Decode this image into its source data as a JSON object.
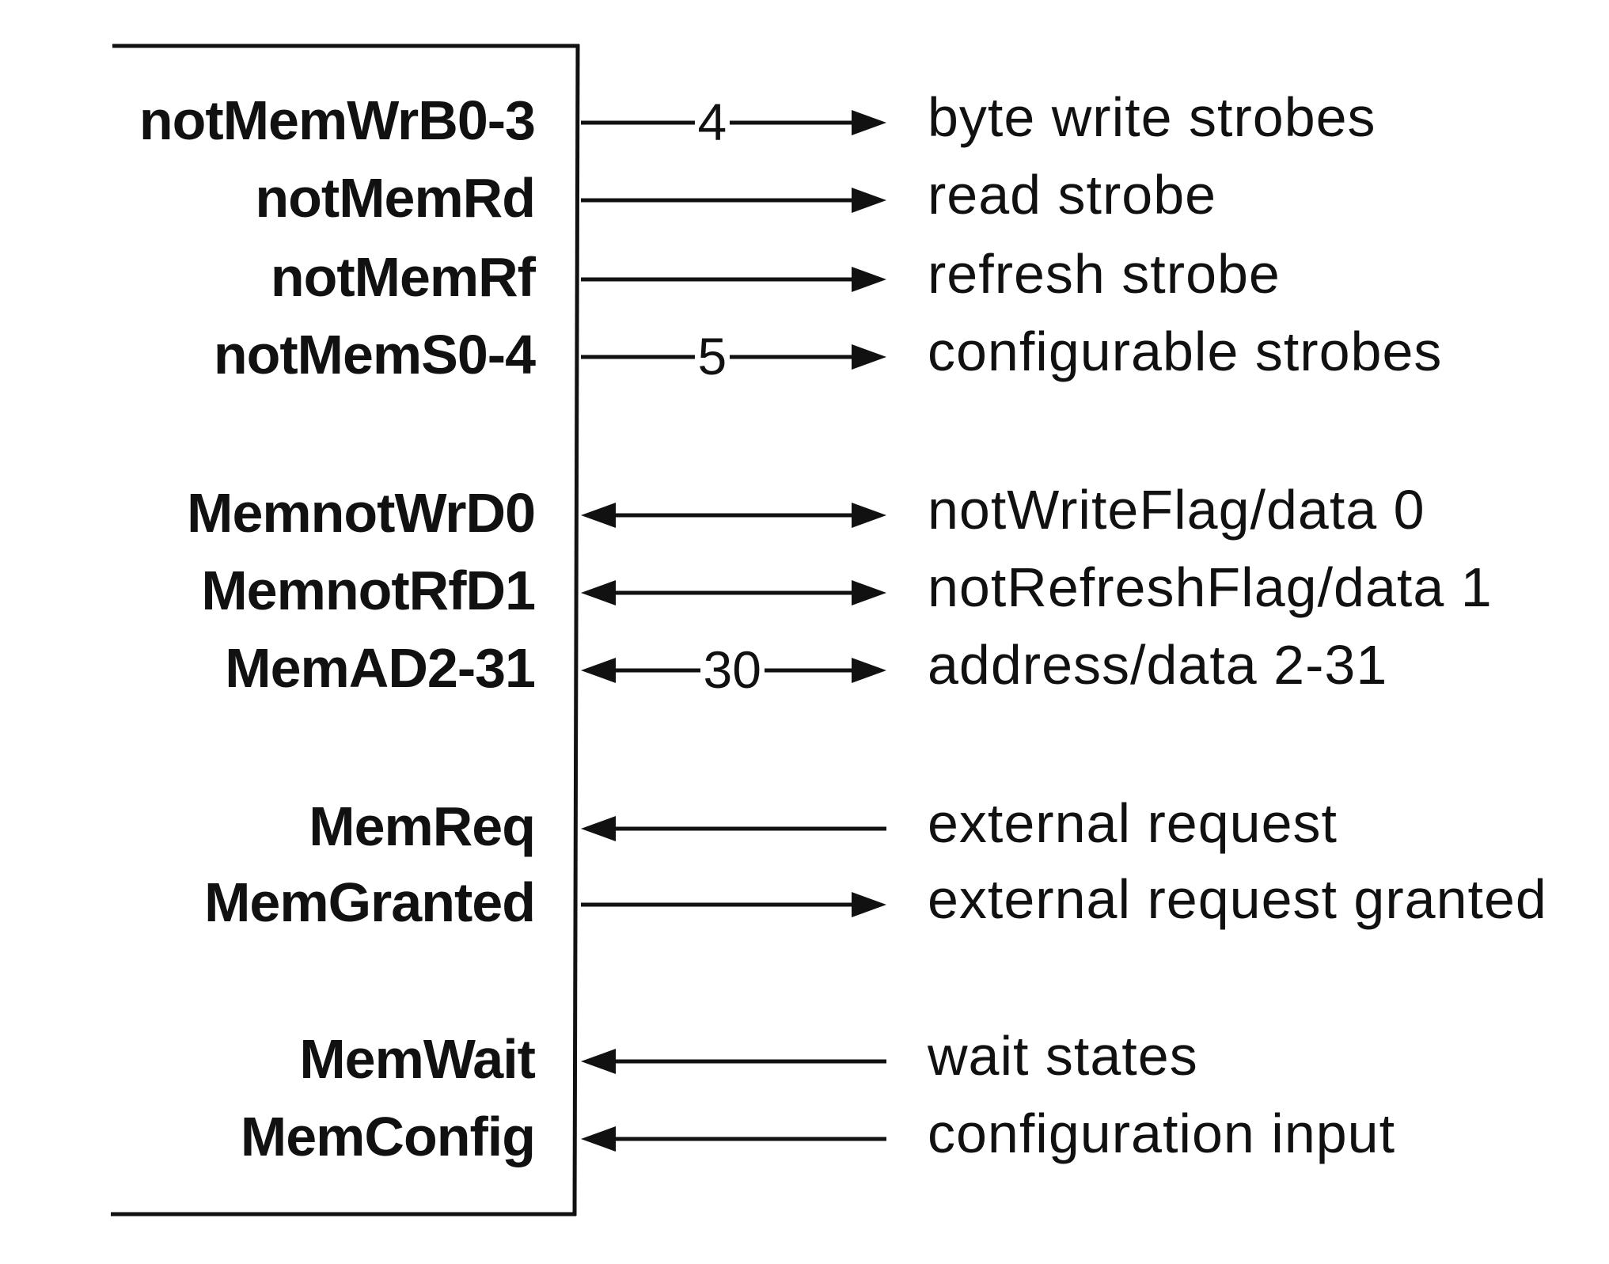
{
  "signals": [
    {
      "pin": "notMemWrB0-3",
      "description": "byte write strobes",
      "direction": "out",
      "bus_width": "4"
    },
    {
      "pin": "notMemRd",
      "description": "read strobe",
      "direction": "out",
      "bus_width": ""
    },
    {
      "pin": "notMemRf",
      "description": "refresh strobe",
      "direction": "out",
      "bus_width": ""
    },
    {
      "pin": "notMemS0-4",
      "description": "configurable strobes",
      "direction": "out",
      "bus_width": "5"
    },
    {
      "pin": "MemnotWrD0",
      "description": "notWriteFlag/data 0",
      "direction": "bidirectional",
      "bus_width": ""
    },
    {
      "pin": "MemnotRfD1",
      "description": "notRefreshFlag/data 1",
      "direction": "bidirectional",
      "bus_width": ""
    },
    {
      "pin": "MemAD2-31",
      "description": "address/data 2-31",
      "direction": "bidirectional",
      "bus_width": "30"
    },
    {
      "pin": "MemReq",
      "description": "external request",
      "direction": "in",
      "bus_width": ""
    },
    {
      "pin": "MemGranted",
      "description": "external request granted",
      "direction": "out",
      "bus_width": ""
    },
    {
      "pin": "MemWait",
      "description": "wait states",
      "direction": "in",
      "bus_width": ""
    },
    {
      "pin": "MemConfig",
      "description": "configuration input",
      "direction": "in",
      "bus_width": ""
    }
  ],
  "colors": {
    "line": "#111111",
    "background": "#ffffff"
  }
}
